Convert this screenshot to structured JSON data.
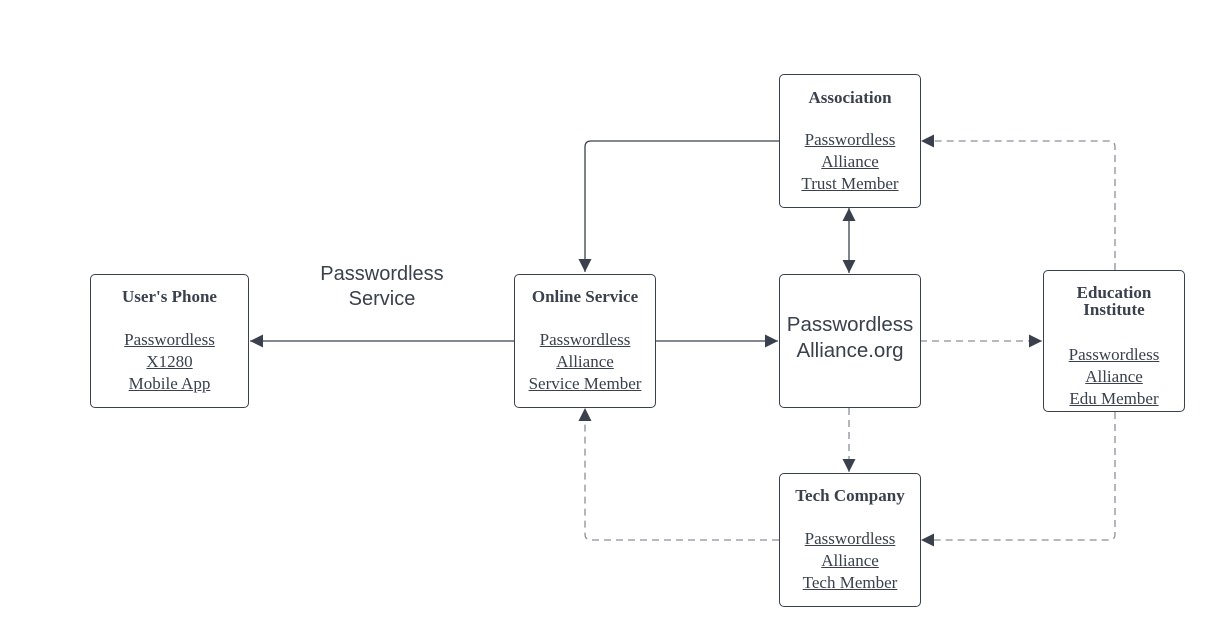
{
  "nodes": {
    "phone": {
      "title": "User's Phone",
      "lines": [
        "Passwordless",
        "X1280",
        "Mobile App"
      ]
    },
    "online": {
      "title": "Online Service",
      "lines": [
        "Passwordless",
        "Alliance",
        "Service Member"
      ]
    },
    "association": {
      "title": "Association",
      "lines": [
        "Passwordless",
        "Alliance",
        "Trust Member"
      ]
    },
    "alliance": {
      "lines": [
        "Passwordless",
        "Alliance.org"
      ]
    },
    "education": {
      "title_lines": [
        "Education",
        "Institute"
      ],
      "lines": [
        "Passwordless",
        "Alliance",
        "Edu Member"
      ]
    },
    "tech": {
      "title": "Tech Company",
      "lines": [
        "Passwordless",
        "Alliance",
        "Tech Member"
      ]
    }
  },
  "edge_label": [
    "Passwordless",
    "Service"
  ],
  "colors": {
    "stroke": "#3a414c",
    "dashed": "#8a8f96",
    "background": "#ffffff"
  }
}
